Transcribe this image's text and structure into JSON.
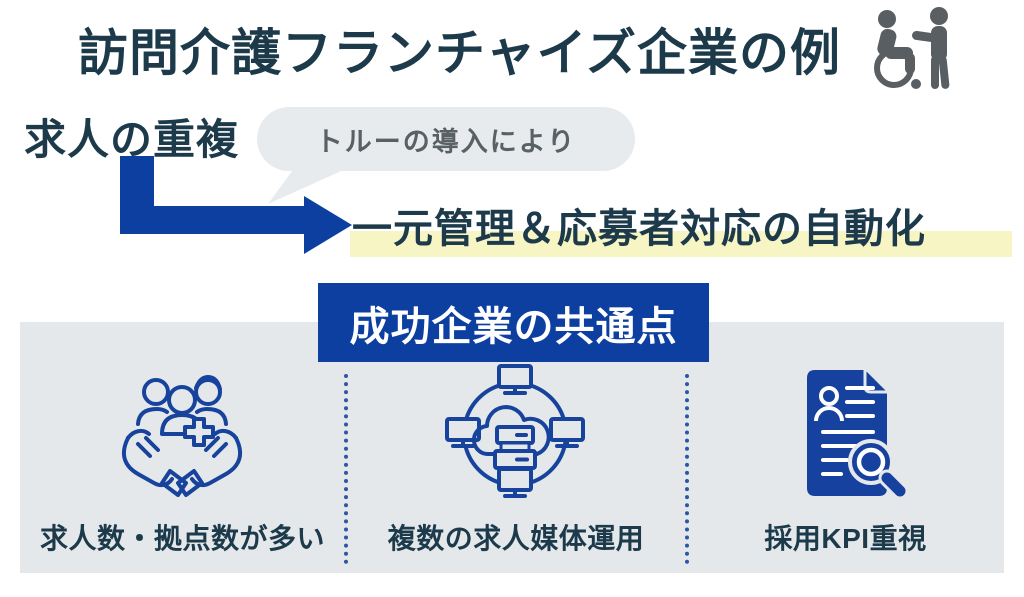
{
  "title": {
    "text": "訪問介護フランチャイズ企業の例"
  },
  "flow": {
    "problem_label": "求人の重複",
    "bubble_text": "トルーの導入により",
    "solution_text": "一元管理＆応募者対応の自動化"
  },
  "banner": {
    "text": "成功企業の共通点"
  },
  "panel": {
    "columns": [
      {
        "icon": "team-care-icon",
        "label": "求人数・拠点数が多い"
      },
      {
        "icon": "cloud-network-icon",
        "label": "複数の求人媒体運用"
      },
      {
        "icon": "resume-search-icon",
        "label": "採用KPI重視"
      }
    ]
  },
  "colors": {
    "dark_text": "#1d3a4b",
    "accent_blue": "#0d3fa0",
    "icon_outline_blue": "#17439d",
    "panel_bg": "#e4e8eb",
    "bubble_bg": "#e7ebed",
    "bubble_text": "#5a6165",
    "highlight_yellow": "#f7f5c3",
    "pictogram_gray": "#585e62"
  }
}
